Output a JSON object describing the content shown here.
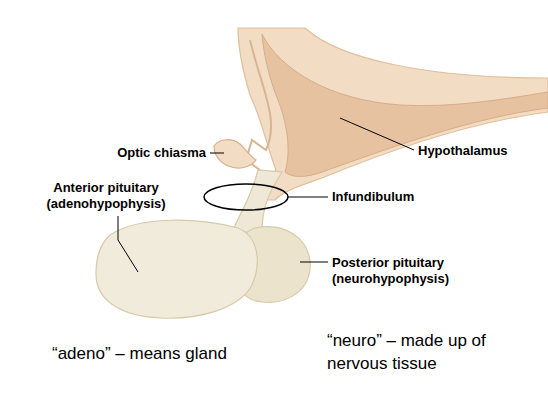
{
  "diagram": {
    "labels": [
      "Optic chiasma",
      "Hypothalamus",
      "Anterior pituitary (adenohypophysis)",
      "Infundibulum",
      "Posterior pituitary (neurohypophysis)",
      "“adeno” – means gland",
      "“neuro” – made up of nervous tissue"
    ]
  }
}
